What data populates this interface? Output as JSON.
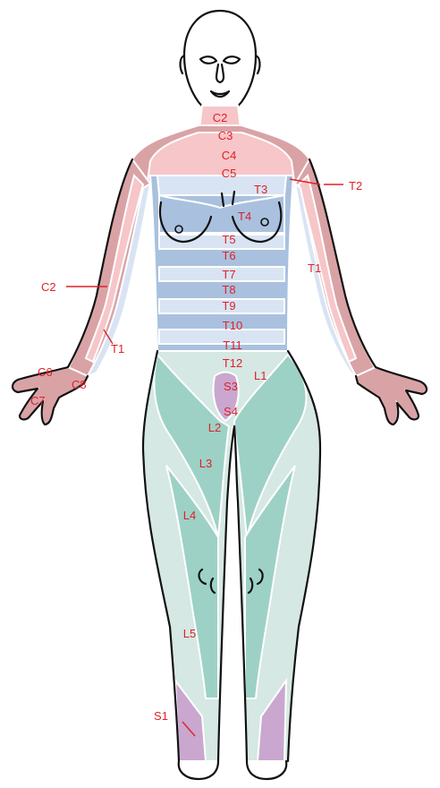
{
  "diagram": {
    "labels": {
      "C2": "C2",
      "C2_arm": "C2",
      "C3": "C3",
      "C4": "C4",
      "C5": "C5",
      "C6": "C6",
      "C7": "C7",
      "C8": "C8",
      "T1_left": "T1",
      "T1_right": "T1",
      "T2": "T2",
      "T3": "T3",
      "T4": "T4",
      "T5": "T5",
      "T6": "T6",
      "T7": "T7",
      "T8": "T8",
      "T9": "T9",
      "T10": "T10",
      "T11": "T11",
      "T12": "T12",
      "L1": "L1",
      "L2": "L2",
      "L3": "L3",
      "L4": "L4",
      "L5": "L5",
      "S1": "S1",
      "S3": "S3",
      "S4": "S4"
    },
    "colors": {
      "cervical": "#d9a3a6",
      "cervical_light": "#f6c6c8",
      "thoracic": "#a9c1de",
      "thoracic_light": "#d8e4f3",
      "lumbar": "#9dd1c6",
      "lumbar_light": "#d5e8e3",
      "sacral": "#c9a7cf",
      "label": "#e0202a",
      "outline": "#111111"
    }
  }
}
